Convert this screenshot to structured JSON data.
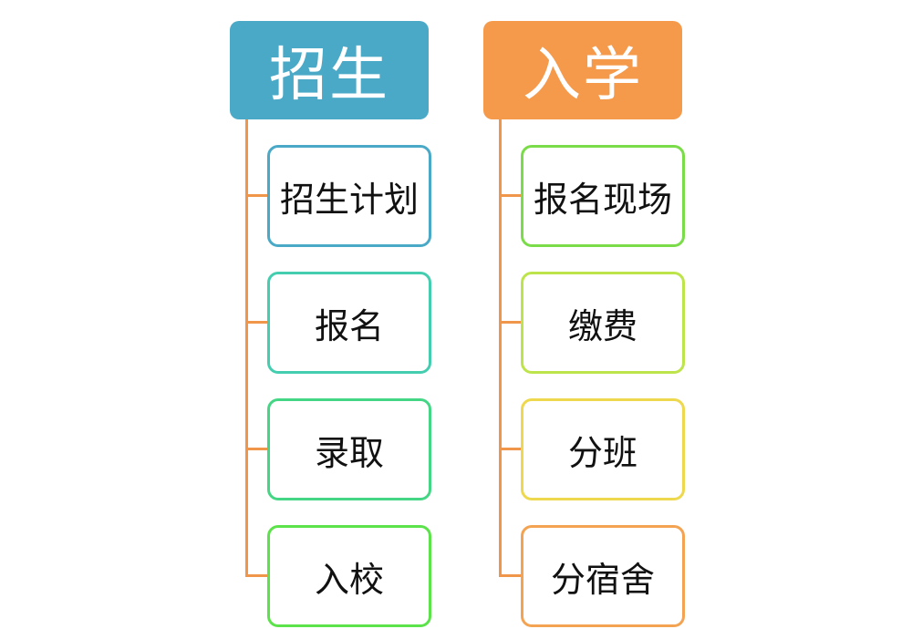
{
  "columns": [
    {
      "title": "招生",
      "header_color": "#4aa9c6",
      "items": [
        {
          "label": "招生计划",
          "border_color": "#4aa9c6"
        },
        {
          "label": "报名",
          "border_color": "#45cdb0"
        },
        {
          "label": "录取",
          "border_color": "#45d685"
        },
        {
          "label": "入校",
          "border_color": "#5ce24a"
        }
      ]
    },
    {
      "title": "入学",
      "header_color": "#f59a4a",
      "items": [
        {
          "label": "报名现场",
          "border_color": "#79dc48"
        },
        {
          "label": "缴费",
          "border_color": "#bde44a"
        },
        {
          "label": "分班",
          "border_color": "#eed84d"
        },
        {
          "label": "分宿舍",
          "border_color": "#f3a352"
        }
      ]
    }
  ],
  "connector_color": "#f0964a"
}
